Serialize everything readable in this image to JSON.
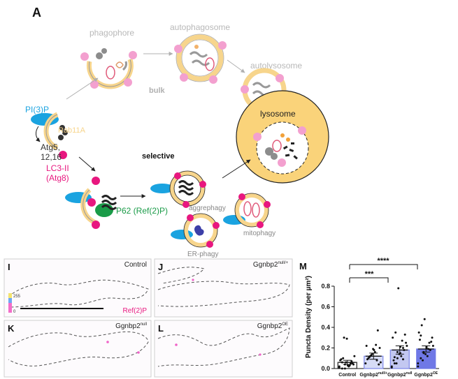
{
  "panel_a": {
    "letter": "A",
    "stages": {
      "phagophore": "phagophore",
      "autophagosome": "autophagosome",
      "autolysosome": "autolysosome",
      "lysosome": "lysosome"
    },
    "routes": {
      "bulk": "bulk",
      "selective": "selective"
    },
    "molecules": {
      "pi3p": "PI(3)P",
      "rab11a": "Rab11A",
      "atg5_line1": "Atg5,",
      "atg5_line2": "12,16",
      "lc3_line1": "LC3-II",
      "lc3_line2": "(Atg8)",
      "p62": "P62 (Ref(2)P)"
    },
    "selective_types": {
      "aggrephagy": "aggrephagy",
      "mitophagy": "mitophagy",
      "er_phagy": "ER-phagy"
    },
    "colors": {
      "membrane": "#f7d58c",
      "lysosome_fill": "#fad37a",
      "pi3p": "#1aa3e0",
      "lc3": "#e8177f",
      "p62": "#1a9b48",
      "stage_text": "#b8b8b8"
    }
  },
  "micrographs": {
    "I": {
      "letter": "I",
      "label": "Control"
    },
    "J": {
      "letter": "J",
      "label_base": "Ggnbp2",
      "label_sup": "null/+"
    },
    "K": {
      "letter": "K",
      "label_base": "Ggnbp2",
      "label_sup": "null"
    },
    "L": {
      "letter": "L",
      "label_base": "Ggnbp2",
      "label_sup": "OE"
    },
    "colorbar": {
      "max": "255",
      "min": "0"
    },
    "stain": "Ref(2)P"
  },
  "panel_m": {
    "letter": "M",
    "significance": [
      "****",
      "***"
    ]
  },
  "chart_data": {
    "type": "bar",
    "ylabel": "Puncta Density (per µm²)",
    "ylim": [
      0,
      0.8
    ],
    "yticks": [
      "0.0",
      "0.2",
      "0.4",
      "0.6",
      "0.8"
    ],
    "categories": [
      {
        "base": "Control",
        "sup": ""
      },
      {
        "base": "Ggnbp2",
        "sup": "null/+"
      },
      {
        "base": "Ggnbp2",
        "sup": "null"
      },
      {
        "base": "Ggnbp2",
        "sup": "OE"
      }
    ],
    "values": [
      0.06,
      0.12,
      0.18,
      0.19
    ],
    "errors": [
      0.02,
      0.03,
      0.04,
      0.03
    ],
    "bar_colors": [
      "#ffffff",
      "#d7dcf6",
      "#c3c8f1",
      "#6f78e6"
    ],
    "bar_edges": [
      "#222222",
      "#7d86e8",
      "#7d86e8",
      "#6f78e6"
    ],
    "points": [
      [
        0.02,
        0.0,
        0.0,
        0.03,
        0.05,
        0.04,
        0.08,
        0.1,
        0.06,
        0.02,
        0.07,
        0.12,
        0.09,
        0.3,
        0.29,
        0.03,
        0.05,
        0.01,
        0.06,
        0.04
      ],
      [
        0.05,
        0.1,
        0.13,
        0.18,
        0.08,
        0.2,
        0.22,
        0.11,
        0.14,
        0.16,
        0.37,
        0.06,
        0.09,
        0.12,
        0.19,
        0.23,
        0.04
      ],
      [
        0.02,
        0.05,
        0.1,
        0.15,
        0.2,
        0.25,
        0.3,
        0.35,
        0.78,
        0.12,
        0.18,
        0.22,
        0.08,
        0.05,
        0.14,
        0.27,
        0.33,
        0.01,
        0.11,
        0.16,
        0.21,
        0.09
      ],
      [
        0.05,
        0.1,
        0.15,
        0.2,
        0.25,
        0.3,
        0.35,
        0.42,
        0.48,
        0.12,
        0.18,
        0.22,
        0.28,
        0.08,
        0.14,
        0.19,
        0.26,
        0.02,
        0.32,
        0.16,
        0.21
      ]
    ]
  }
}
